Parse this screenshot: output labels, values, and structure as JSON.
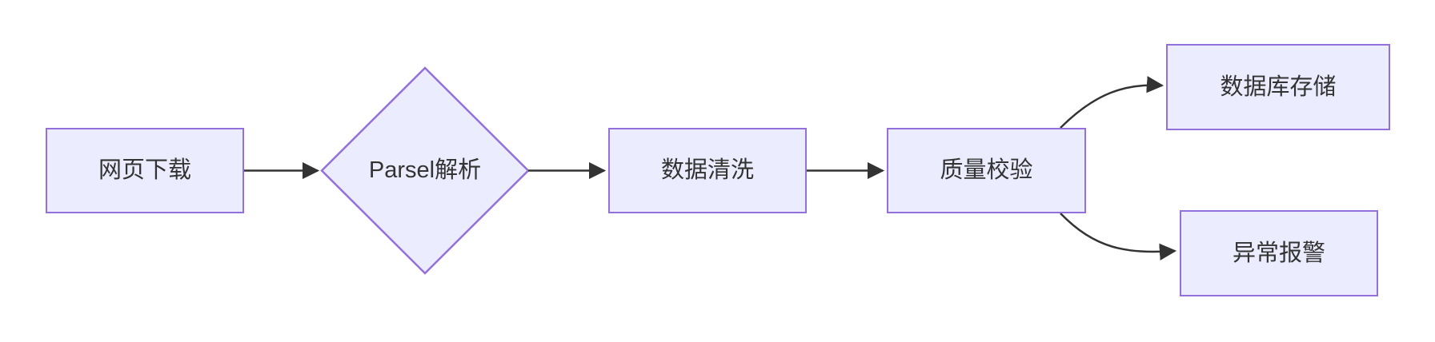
{
  "diagram": {
    "type": "flowchart",
    "direction": "left-to-right",
    "background_color": "#ffffff",
    "node_fill_color": "#ECECFF",
    "node_border_color": "#9370DB",
    "edge_color": "#333333",
    "text_color": "#333333",
    "nodes": [
      {
        "id": "web-download",
        "shape": "rectangle",
        "label": "网页下载"
      },
      {
        "id": "parsel-parse",
        "shape": "diamond",
        "label": "Parsel解析"
      },
      {
        "id": "data-clean",
        "shape": "rectangle",
        "label": "数据清洗"
      },
      {
        "id": "quality-check",
        "shape": "rectangle",
        "label": "质量校验"
      },
      {
        "id": "db-store",
        "shape": "rectangle",
        "label": "数据库存储"
      },
      {
        "id": "alarm",
        "shape": "rectangle",
        "label": "异常报警"
      }
    ],
    "edges": [
      {
        "from": "网页下载",
        "to": "Parsel解析"
      },
      {
        "from": "Parsel解析",
        "to": "数据清洗"
      },
      {
        "from": "数据清洗",
        "to": "质量校验"
      },
      {
        "from": "质量校验",
        "to": "数据库存储"
      },
      {
        "from": "质量校验",
        "to": "异常报警"
      }
    ]
  }
}
